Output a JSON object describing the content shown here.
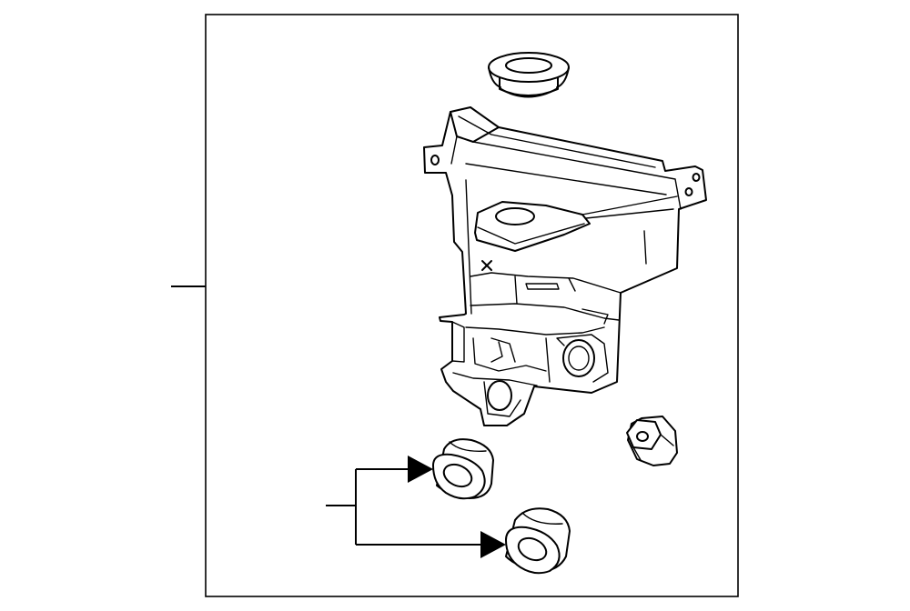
{
  "diagram": {
    "parts": [
      {
        "id": "cap-seal",
        "icon": "cap-seal-icon"
      },
      {
        "id": "washer-reservoir-tank",
        "icon": "reservoir-tank-icon"
      },
      {
        "id": "hex-flange-nut",
        "icon": "hex-nut-icon"
      },
      {
        "id": "grommet-upper",
        "icon": "grommet-icon"
      },
      {
        "id": "grommet-lower",
        "icon": "grommet-icon"
      }
    ],
    "callouts": [
      {
        "target": "washer-reservoir-tank",
        "label": ""
      },
      {
        "target": "grommet-set",
        "label": ""
      }
    ],
    "line_color": "#000000",
    "background_color": "#ffffff"
  }
}
